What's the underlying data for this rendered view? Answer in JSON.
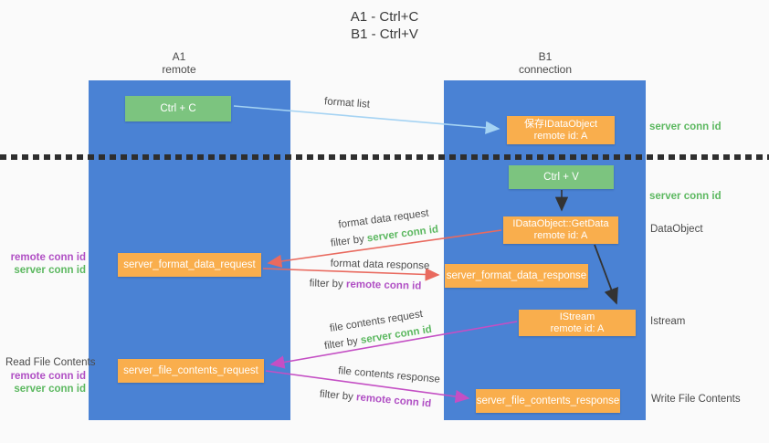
{
  "title": {
    "line1": "A1 - Ctrl+C",
    "line2": "B1 - Ctrl+V"
  },
  "lanes": {
    "left": {
      "name": "A1",
      "role": "remote"
    },
    "right": {
      "name": "B1",
      "role": "connection"
    }
  },
  "nodes": {
    "ctrl_c": {
      "label": "Ctrl + C"
    },
    "ctrl_v": {
      "label": "Ctrl + V"
    },
    "save_idataobject": {
      "line1": "保存IDataObject",
      "line2": "remote id: A"
    },
    "idataobject_getdata": {
      "line1": "IDataObject::GetData",
      "line2": "remote id: A"
    },
    "istream": {
      "line1": "IStream",
      "line2": "remote id: A"
    },
    "server_format_data_request": {
      "label": "server_format_data_request"
    },
    "server_format_data_response": {
      "label": "server_format_data_response"
    },
    "server_file_contents_request": {
      "label": "server_file_contents_request"
    },
    "server_file_contents_response": {
      "label": "server_file_contents_response"
    }
  },
  "arrow_labels": {
    "format_list": "format list",
    "format_data_request": "format data request",
    "format_data_response": "format data response",
    "file_contents_request": "file contents request",
    "file_contents_response": "file contents response",
    "filter_by": "filter by"
  },
  "terms": {
    "server_conn_id": "server conn id",
    "remote_conn_id": "remote conn id"
  },
  "side_labels": {
    "dataobject": "DataObject",
    "istream": "Istream",
    "read_file_contents": "Read File Contents",
    "write_file_contents": "Write File Contents"
  },
  "colors": {
    "lane_blue": "#4a82d4",
    "box_green": "#7cc47f",
    "box_orange": "#f9ae4d",
    "arrow_red": "#e96a5f",
    "arrow_magenta": "#c44fc4",
    "arrow_blue": "#a5d3f3",
    "arrow_black": "#333333",
    "text_green": "#5cb860",
    "text_purple": "#b04fc4"
  }
}
